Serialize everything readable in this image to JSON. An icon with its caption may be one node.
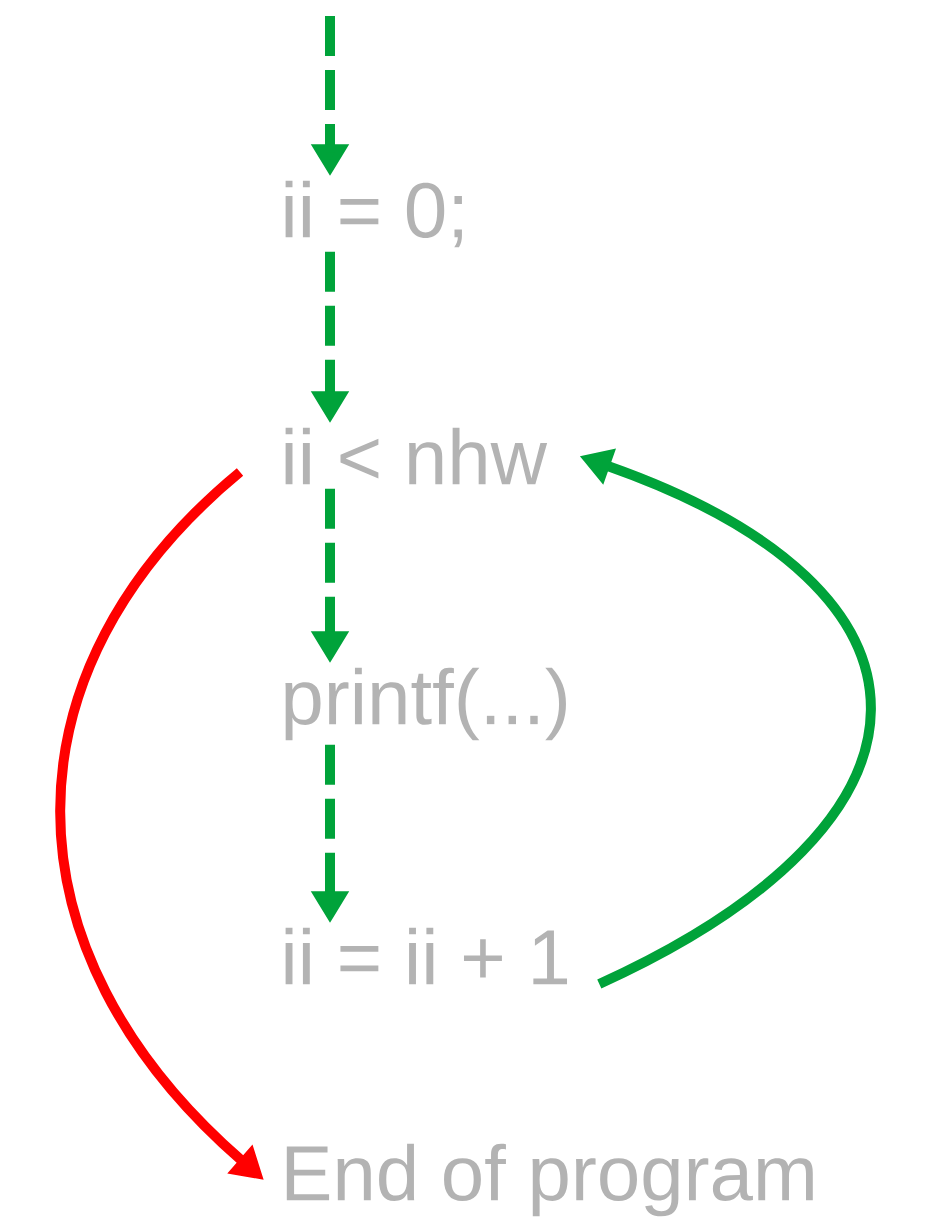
{
  "diagram": {
    "nodes": [
      {
        "text": [
          "ii = 0;"
        ]
      },
      {
        "text": [
          "ii < nhw"
        ]
      },
      {
        "text": [
          "printf(...)"
        ]
      },
      {
        "text": [
          "ii = ii + 1"
        ]
      },
      {
        "text": [
          "End of program"
        ]
      }
    ],
    "edges": [
      {
        "from": null,
        "to": 0,
        "arrow": "to",
        "style": "dashed"
      },
      {
        "from": 0,
        "to": 1,
        "arrow": "to",
        "style": "dashed"
      },
      {
        "from": 1,
        "to": 2,
        "arrow": "to",
        "style": "dashed"
      },
      {
        "from": 2,
        "to": 3,
        "arrow": "to",
        "style": "dashed"
      },
      {
        "from": 3,
        "to": 1,
        "arrow": "to"
      },
      {
        "from": 1,
        "to": 4,
        "arrow": "to",
        "color": "#ff0000"
      }
    ]
  }
}
